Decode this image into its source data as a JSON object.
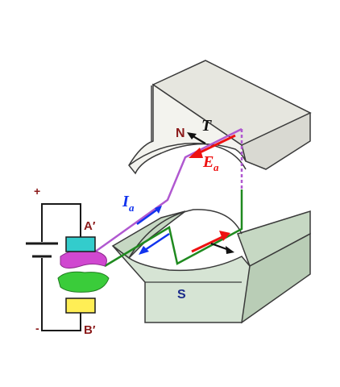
{
  "labels": {
    "north_pole": "N",
    "south_pole": "S",
    "torque": "T",
    "emf_main": "E",
    "emf_sub": "a",
    "current_main": "I",
    "current_sub": "a",
    "brush_a": "A′",
    "brush_b": "B′",
    "plus": "+",
    "minus": "-"
  },
  "colors": {
    "pole_fill": "#f3f3ee",
    "pole_shade": "#d9d9d2",
    "lower_pole_fill": "#d6e4d4",
    "lower_pole_shade": "#b9cdb6",
    "outline": "#3a3a3a",
    "coil_green": "#1f8a1f",
    "coil_purple": "#b058d0",
    "emf_red": "#ee1111",
    "current_blue": "#1133ee",
    "torque_black": "#111111",
    "brush_cyan": "#33cccc",
    "brush_yellow": "#ffee55",
    "commutator_magenta": "#d048d0",
    "commutator_green": "#3acc3a",
    "wire_dark": "#1a1a1a",
    "pole_letter": "#8b1a1a",
    "s_letter": "#1a2a8a",
    "brush_letter": "#8b1a1a"
  }
}
